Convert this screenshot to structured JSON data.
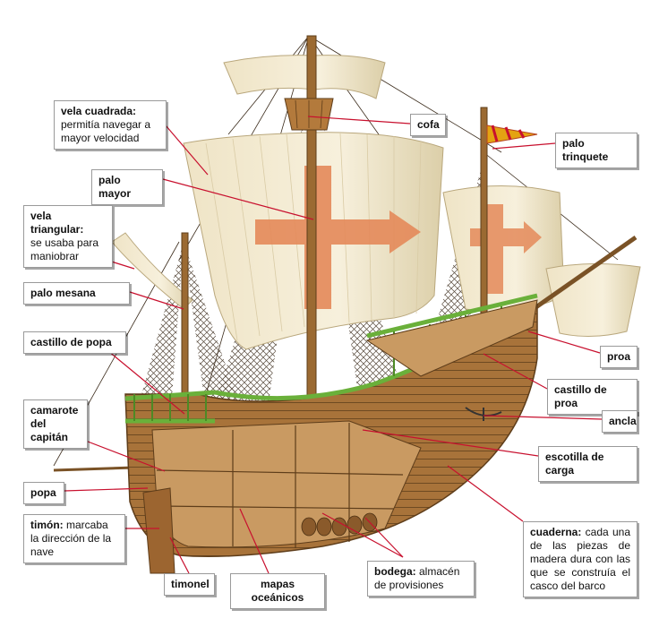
{
  "labels": {
    "vela_cuadrada": {
      "title": "vela cuadrada:",
      "desc": " permitía navegar a mayor velocidad"
    },
    "palo_mayor": {
      "title": "palo mayor"
    },
    "vela_triangular": {
      "title": "vela triangular:",
      "desc": "se usaba para maniobrar"
    },
    "palo_mesana": {
      "title": "palo mesana"
    },
    "castillo_popa": {
      "title": "castillo de popa"
    },
    "camarote": {
      "title": "camarote del capitán"
    },
    "popa": {
      "title": "popa"
    },
    "timon": {
      "title": "timón:",
      "desc": " marcaba la dirección de la nave"
    },
    "timonel": {
      "title": "timonel"
    },
    "mapas": {
      "title": "mapas oceánicos"
    },
    "bodega": {
      "title": "bodega:",
      "desc": " almacén de provisiones"
    },
    "cofa": {
      "title": "cofa"
    },
    "palo_trinquete": {
      "title": "palo trinquete"
    },
    "proa": {
      "title": "proa"
    },
    "castillo_proa": {
      "title": "castillo de proa"
    },
    "ancla": {
      "title": "ancla"
    },
    "escotilla": {
      "title": "escotilla de carga"
    },
    "cuaderna": {
      "title": "cuaderna:",
      "desc": " cada una de las piezas de madera dura con las que se construía el casco del barco"
    }
  },
  "colors": {
    "leader_line": "#c8102e",
    "sail": "#f3ead3",
    "sail_shadow": "#d9cba5",
    "cross": "#e58a5a",
    "hull": "#a8733a",
    "hull_dark": "#6e4a22",
    "rail_green": "#6ab03a",
    "mast": "#9b6a32",
    "rigging": "#3a2a1a"
  }
}
